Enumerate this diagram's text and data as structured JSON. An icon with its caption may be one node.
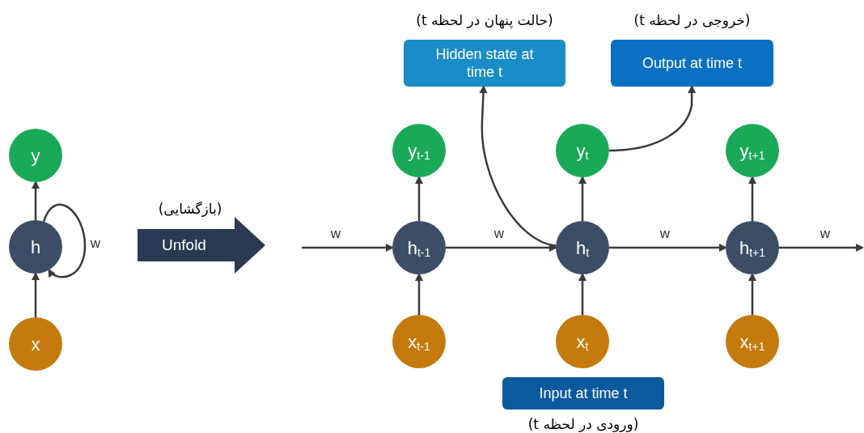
{
  "diagram": {
    "nodes": [
      {
        "text": [
          "y"
        ]
      },
      {
        "text": [
          "h"
        ]
      },
      {
        "text": [
          "x"
        ]
      },
      {
        "text": [
          "Unfold"
        ],
        "beside": [
          "(بازگشایی)"
        ]
      },
      {
        "text": [
          "y$_{t-1}$"
        ]
      },
      {
        "text": [
          "h$_{t-1}$"
        ]
      },
      {
        "text": [
          "x$_{t-1}$"
        ]
      },
      {
        "text": [
          "y$_{t}$"
        ]
      },
      {
        "text": [
          "h$_{t}$"
        ]
      },
      {
        "text": [
          "x$_{t}$"
        ]
      },
      {
        "text": [
          "y$_{t+1}$"
        ]
      },
      {
        "text": [
          "h$_{t+1}$"
        ]
      },
      {
        "text": [
          "x$_{t+1}$"
        ]
      },
      {
        "text": [
          "(حالت پنهان در لحظه t)",
          "Hidden state at time t"
        ]
      },
      {
        "text": [
          "(خروجی در لحظه t)",
          "Output at time t"
        ]
      },
      {
        "text": [
          "Input at time t",
          "(ورودی در لحظه t)"
        ]
      }
    ],
    "edges": [
      {
        "from": 2,
        "to": 1,
        "arrow": "to"
      },
      {
        "from": 1,
        "to": 0,
        "arrow": "to"
      },
      {
        "from": 1,
        "to": 1,
        "arrow": "to",
        "label": "w"
      },
      {
        "from": null,
        "to": 5,
        "arrow": "to",
        "label": "w"
      },
      {
        "from": 5,
        "to": 8,
        "arrow": "to",
        "label": "w"
      },
      {
        "from": 8,
        "to": 11,
        "arrow": "to",
        "label": "w"
      },
      {
        "from": 11,
        "to": null,
        "arrow": "to",
        "label": "w"
      },
      {
        "from": 6,
        "to": 5,
        "arrow": "to"
      },
      {
        "from": 5,
        "to": 4,
        "arrow": "to"
      },
      {
        "from": 9,
        "to": 8,
        "arrow": "to"
      },
      {
        "from": 8,
        "to": 7,
        "arrow": "to"
      },
      {
        "from": 12,
        "to": 11,
        "arrow": "to"
      },
      {
        "from": 11,
        "to": 10,
        "arrow": "to"
      },
      {
        "from": 8,
        "to": 13,
        "arrow": "to"
      },
      {
        "from": 7,
        "to": 14,
        "arrow": "to"
      }
    ]
  }
}
